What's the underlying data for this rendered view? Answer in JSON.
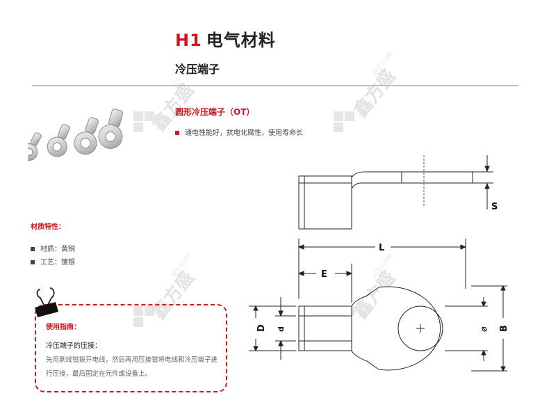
{
  "header": {
    "code": "H1",
    "title": "电气材料",
    "subtitle": "冷压端子"
  },
  "product": {
    "title": "圆形冷压端子（OT）",
    "feature": "通电性能好，抗电化腐性，使用寿命长"
  },
  "materials": {
    "heading": "材质特性：",
    "items": [
      "材质：黄铜",
      "工艺：镀银"
    ]
  },
  "guide": {
    "heading": "使用指南：",
    "subheading": "冷压端子的压接：",
    "text": "先用剥线钳拨开电线，然后再用压接钳将电线和冷压端子进行压接，最后固定在元件或设备上。"
  },
  "watermark": {
    "brand": "鑫方盛",
    "site": "XFS.COM"
  },
  "dimensions": {
    "s": "S",
    "l": "L",
    "e": "E",
    "d_outer": "D",
    "d_inner": "d",
    "phi": "⌀",
    "b": "B"
  },
  "colors": {
    "accent": "#d2161e",
    "rule": "#bdbdbd",
    "watermark": "#e4e4e4"
  }
}
